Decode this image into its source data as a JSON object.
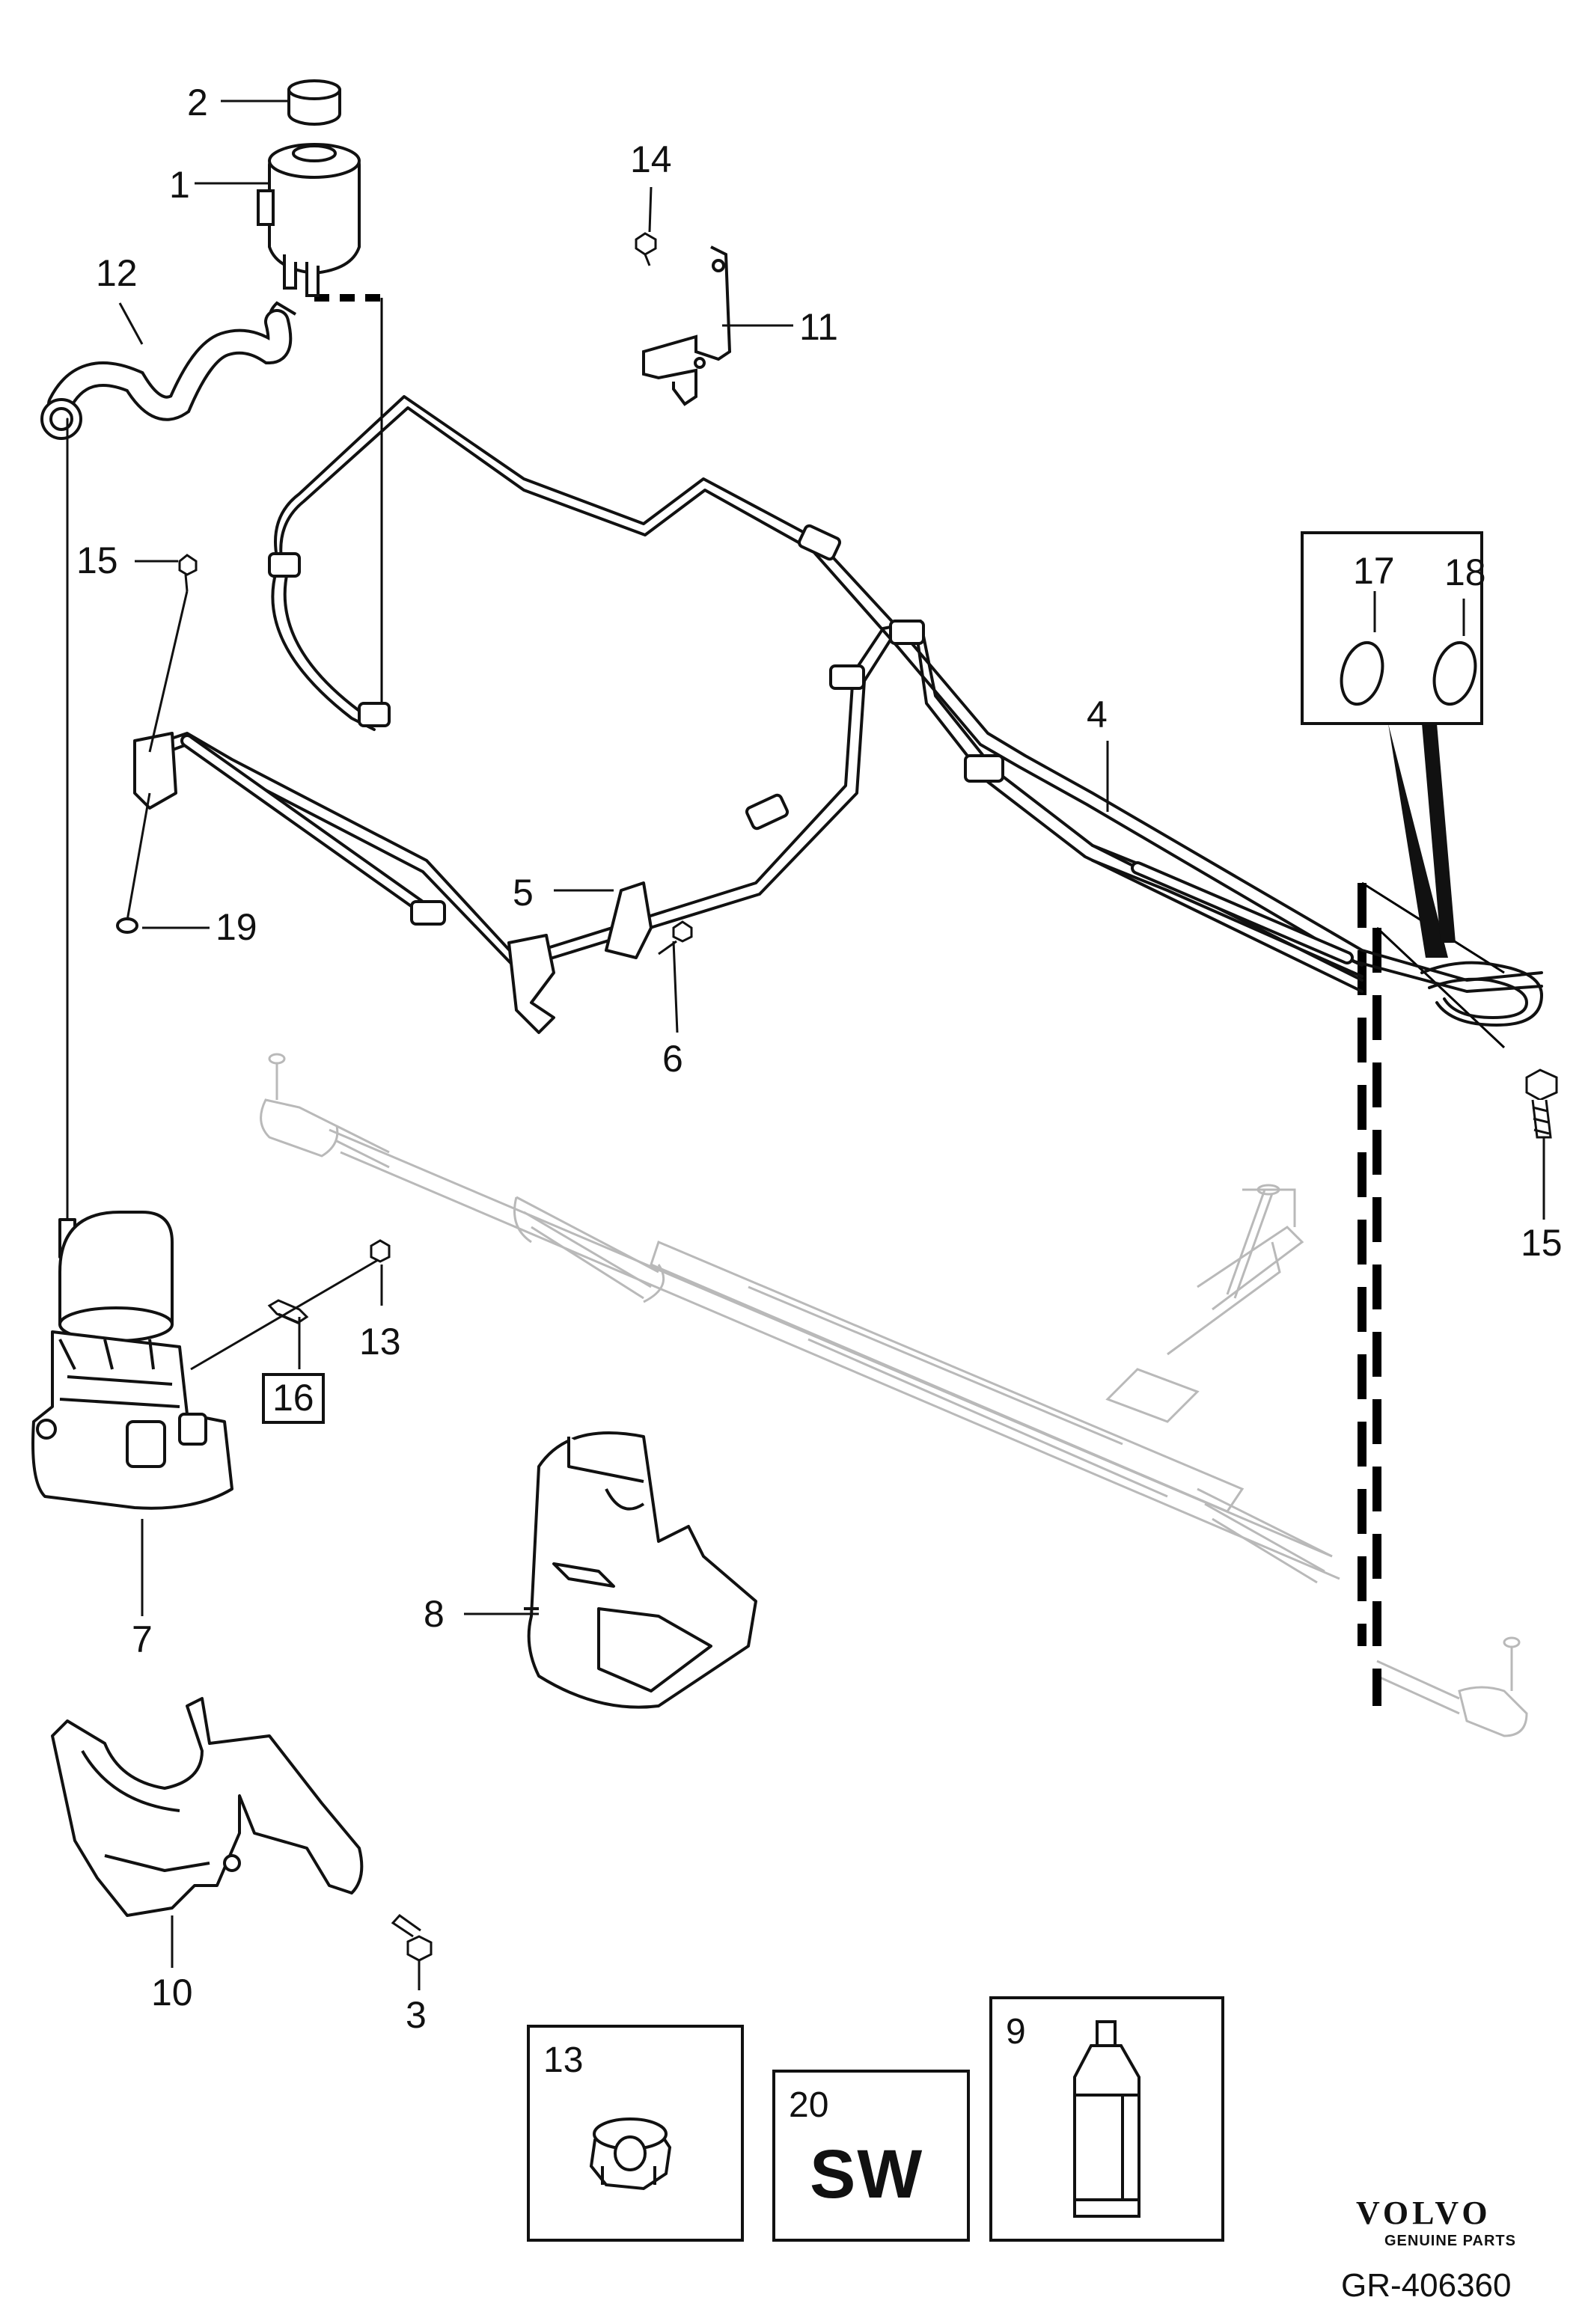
{
  "callouts": {
    "c1": "1",
    "c2": "2",
    "c3": "3",
    "c4": "4",
    "c5": "5",
    "c6": "6",
    "c7": "7",
    "c8": "8",
    "c10": "10",
    "c11": "11",
    "c12": "12",
    "c13": "13",
    "c14": "14",
    "c15a": "15",
    "c15b": "15",
    "c16": "16",
    "c17": "17",
    "c18": "18",
    "c19": "19"
  },
  "insets": {
    "nut": {
      "number": "13"
    },
    "sw": {
      "number": "20",
      "code": "SW"
    },
    "fluid": {
      "number": "9"
    }
  },
  "brand": {
    "name": "VOLVO",
    "tagline": "GENUINE PARTS"
  },
  "reference": "GR-406360",
  "icons": [
    "reservoir-icon",
    "cap-icon",
    "hose-icon",
    "pump-icon",
    "steering-rack-icon",
    "bracket-icon",
    "bolt-icon",
    "nut-icon",
    "o-ring-icon",
    "fluid-bottle-icon"
  ]
}
